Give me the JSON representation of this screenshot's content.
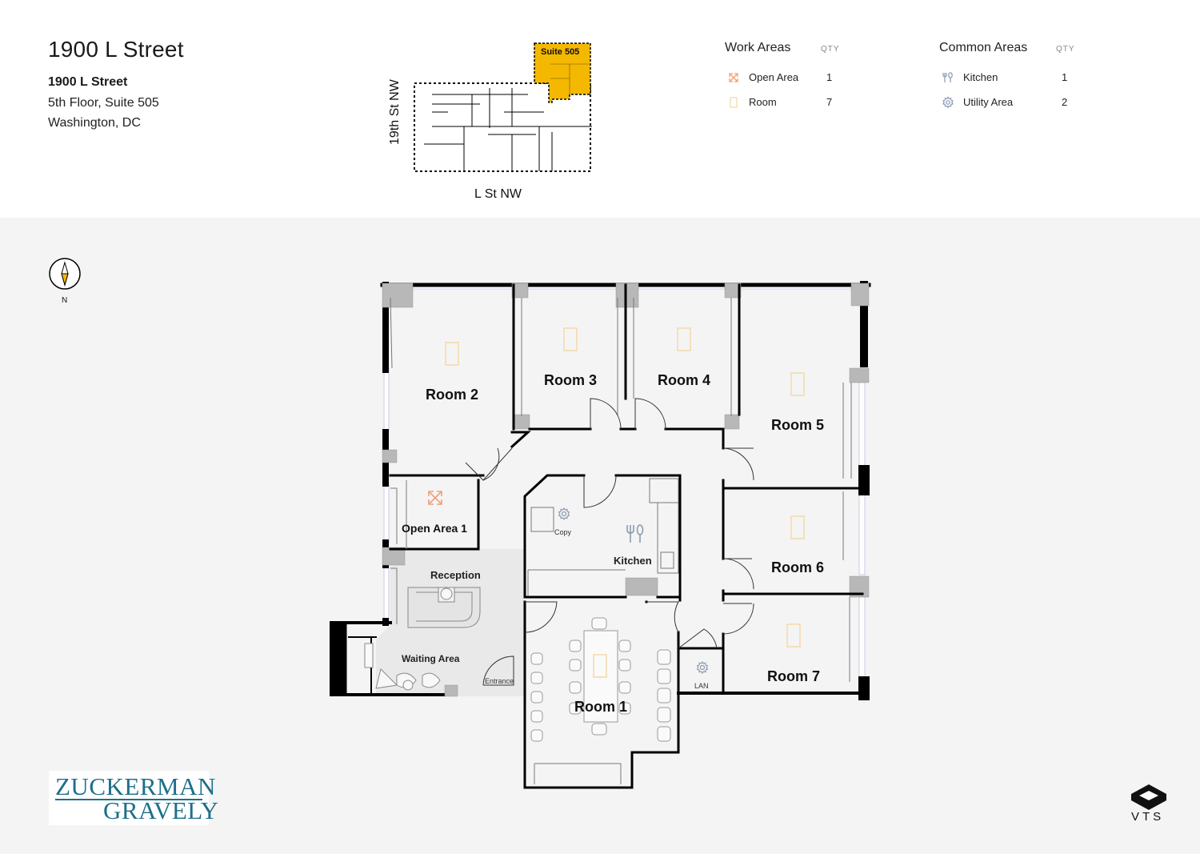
{
  "building": {
    "title": "1900 L Street",
    "name": "1900 L Street",
    "floor_suite": "5th Floor, Suite 505",
    "city": "Washington, DC"
  },
  "keyplan": {
    "suite_label": "Suite 505",
    "street_west": "19th St NW",
    "street_south": "L St NW",
    "highlight_color": "#f5b800"
  },
  "legend": {
    "work_areas": {
      "heading": "Work Areas",
      "qty_heading": "QTY",
      "items": [
        {
          "label": "Open Area",
          "qty": "1",
          "icon": "open-area-icon",
          "color": "#f0a07a"
        },
        {
          "label": "Room",
          "qty": "7",
          "icon": "door-icon",
          "color": "#f3d9a8"
        }
      ]
    },
    "common_areas": {
      "heading": "Common Areas",
      "qty_heading": "QTY",
      "items": [
        {
          "label": "Kitchen",
          "qty": "1",
          "icon": "kitchen-icon",
          "color": "#8a9ab0"
        },
        {
          "label": "Utility Area",
          "qty": "2",
          "icon": "gear-icon",
          "color": "#8a9ab0"
        }
      ]
    }
  },
  "compass": {
    "label": "N"
  },
  "floorplan": {
    "rooms": {
      "room1": "Room 1",
      "room2": "Room 2",
      "room3": "Room 3",
      "room4": "Room 4",
      "room5": "Room 5",
      "room6": "Room 6",
      "room7": "Room 7",
      "open_area": "Open Area 1",
      "reception": "Reception",
      "waiting": "Waiting Area",
      "kitchen": "Kitchen",
      "copy": "Copy",
      "lan": "LAN",
      "entrance": "Entrance"
    },
    "colors": {
      "wall": "#000000",
      "column": "#b8b8b8",
      "door_icon": "#f3d9a8",
      "open_area_icon": "#f0a07a",
      "common_icon": "#8a9ab0",
      "reception_fill": "#e9e9e9"
    }
  },
  "branding": {
    "logo_line1": "ZUCKERMAN",
    "logo_line2": "GRAVELY",
    "vts": "VTS"
  }
}
